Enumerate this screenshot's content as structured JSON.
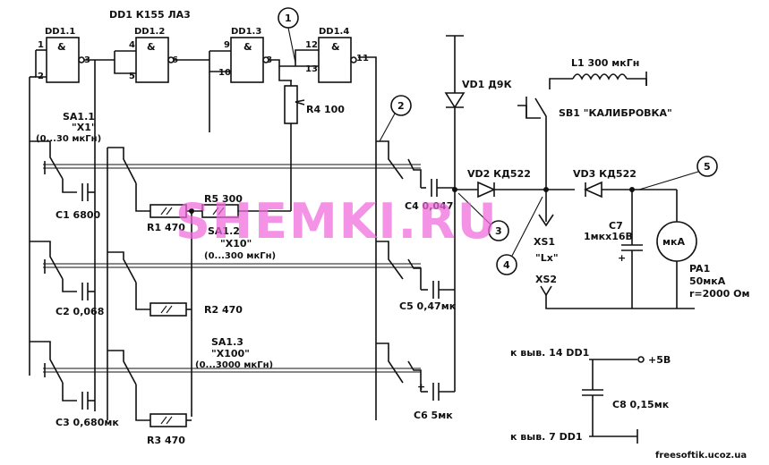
{
  "title": "DD1 К155 ЛА3",
  "gates": [
    {
      "name": "DD1.1",
      "sym": "&",
      "pins": [
        "1",
        "2",
        "3"
      ]
    },
    {
      "name": "DD1.2",
      "sym": "&",
      "pins": [
        "4",
        "5",
        "6"
      ]
    },
    {
      "name": "DD1.3",
      "sym": "&",
      "pins": [
        "9",
        "10",
        "8"
      ]
    },
    {
      "name": "DD1.4",
      "sym": "&",
      "pins": [
        "12",
        "13",
        "11"
      ]
    }
  ],
  "test_points": [
    "1",
    "2",
    "3",
    "4",
    "5"
  ],
  "components": {
    "r4": "R4 100",
    "vd1": "VD1 Д9К",
    "l1": "L1 300 мкГн",
    "sb1": "SB1 \"КАЛИБРОВКА\"",
    "vd2": "VD2 КД522",
    "vd3": "VD3 КД522",
    "c4": "C4 0,047",
    "c5": "C5 0,47мк",
    "c6": "C6 5мк",
    "c7a": "C7",
    "c7b": "1мкх16В",
    "pa1_sym": "мкА",
    "pa1_name": "PA1",
    "pa1_i": "50мкА",
    "pa1_r": "r=2000 Ом",
    "xs1": "XS1",
    "lx": "\"Lx\"",
    "xs2": "XS2",
    "c1": "C1 6800",
    "c2": "C2 0,068",
    "c3": "C3 0,680мк",
    "r1": "R1 470",
    "r5": "R5 300",
    "r2": "R2 470",
    "r3": "R3 470",
    "c8": "C8 0,15мк",
    "plus": "+"
  },
  "switches": [
    {
      "name": "SA1.1",
      "mult": "\"X1\"",
      "range": "(0...30 мкГн)"
    },
    {
      "name": "SA1.2",
      "mult": "\"X10\"",
      "range": "(0...300 мкГн)"
    },
    {
      "name": "SA1.3",
      "mult": "\"X100\"",
      "range": "(0...3000 мкГн)"
    }
  ],
  "power": {
    "pin14": "к выв. 14 DD1",
    "pin7": "к выв. 7 DD1",
    "vcc": "+5В"
  },
  "watermark": "SHEMKI.RU",
  "site": "freesoftik.ucoz.ua"
}
